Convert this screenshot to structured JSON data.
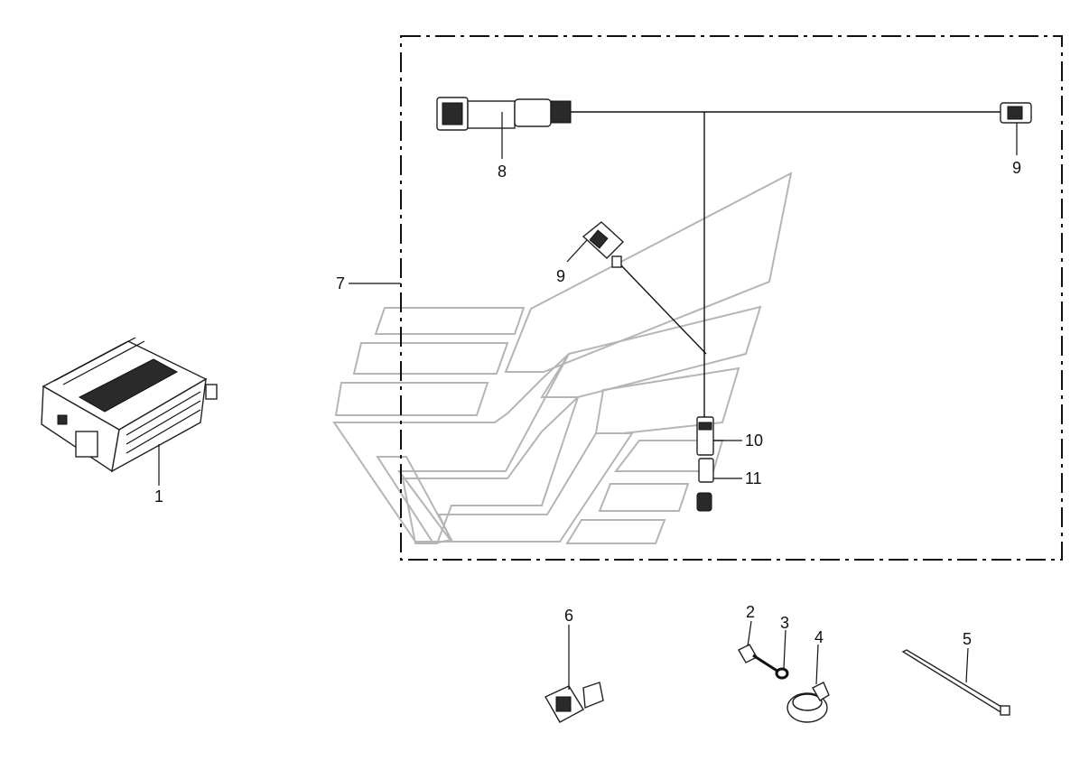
{
  "diagram": {
    "callouts": [
      {
        "id": "1",
        "label": "1"
      },
      {
        "id": "2",
        "label": "2"
      },
      {
        "id": "3",
        "label": "3"
      },
      {
        "id": "4",
        "label": "4"
      },
      {
        "id": "5",
        "label": "5"
      },
      {
        "id": "6",
        "label": "6"
      },
      {
        "id": "7",
        "label": "7"
      },
      {
        "id": "8",
        "label": "8"
      },
      {
        "id": "9a",
        "label": "9"
      },
      {
        "id": "9b",
        "label": "9"
      },
      {
        "id": "10",
        "label": "10"
      },
      {
        "id": "11",
        "label": "11"
      }
    ],
    "colors": {
      "line": "#111111",
      "watermark": "#b5b5b5",
      "background": "#ffffff"
    }
  }
}
